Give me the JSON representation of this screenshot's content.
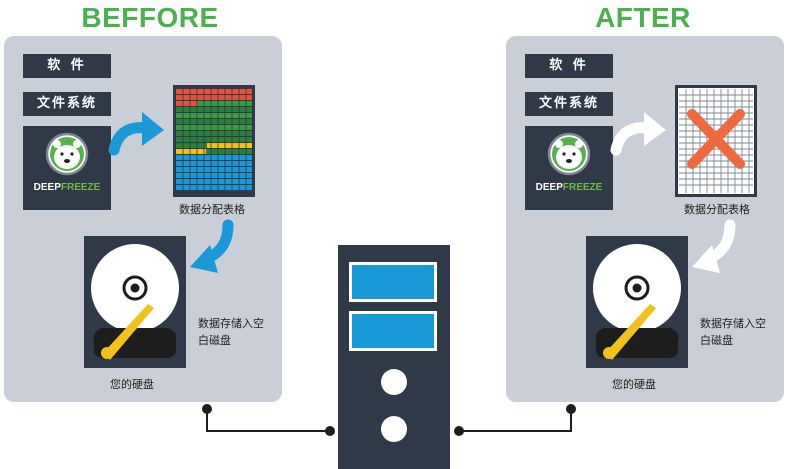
{
  "before": {
    "heading": "BEFFORE",
    "software_label": "软 件",
    "filesystem_label": "文件系统",
    "logo_deep": "DEEP",
    "logo_freeze": "FREEZE",
    "table_caption": "数据分配表格",
    "write_caption": "数据存储入空白磁盘",
    "disk_caption": "您的硬盘",
    "arrow_color": "#1a99d8"
  },
  "after": {
    "heading": "AFTER",
    "software_label": "软 件",
    "filesystem_label": "文件系统",
    "logo_deep": "DEEP",
    "logo_freeze": "FREEZE",
    "table_caption": "数据分配表格",
    "write_caption": "数据存储入空白磁盘",
    "disk_caption": "您的硬盘",
    "arrow_color": "#ffffff",
    "cross_color": "#ee6a3c"
  },
  "colors": {
    "heading": "#4caf50",
    "panel": "#c9ced7",
    "dark": "#2f3947",
    "blue": "#1a99d8",
    "red": "#e5533b",
    "green": "#3a9b3f",
    "dark_green": "#2a7f3a",
    "yellow": "#f2c21b"
  }
}
